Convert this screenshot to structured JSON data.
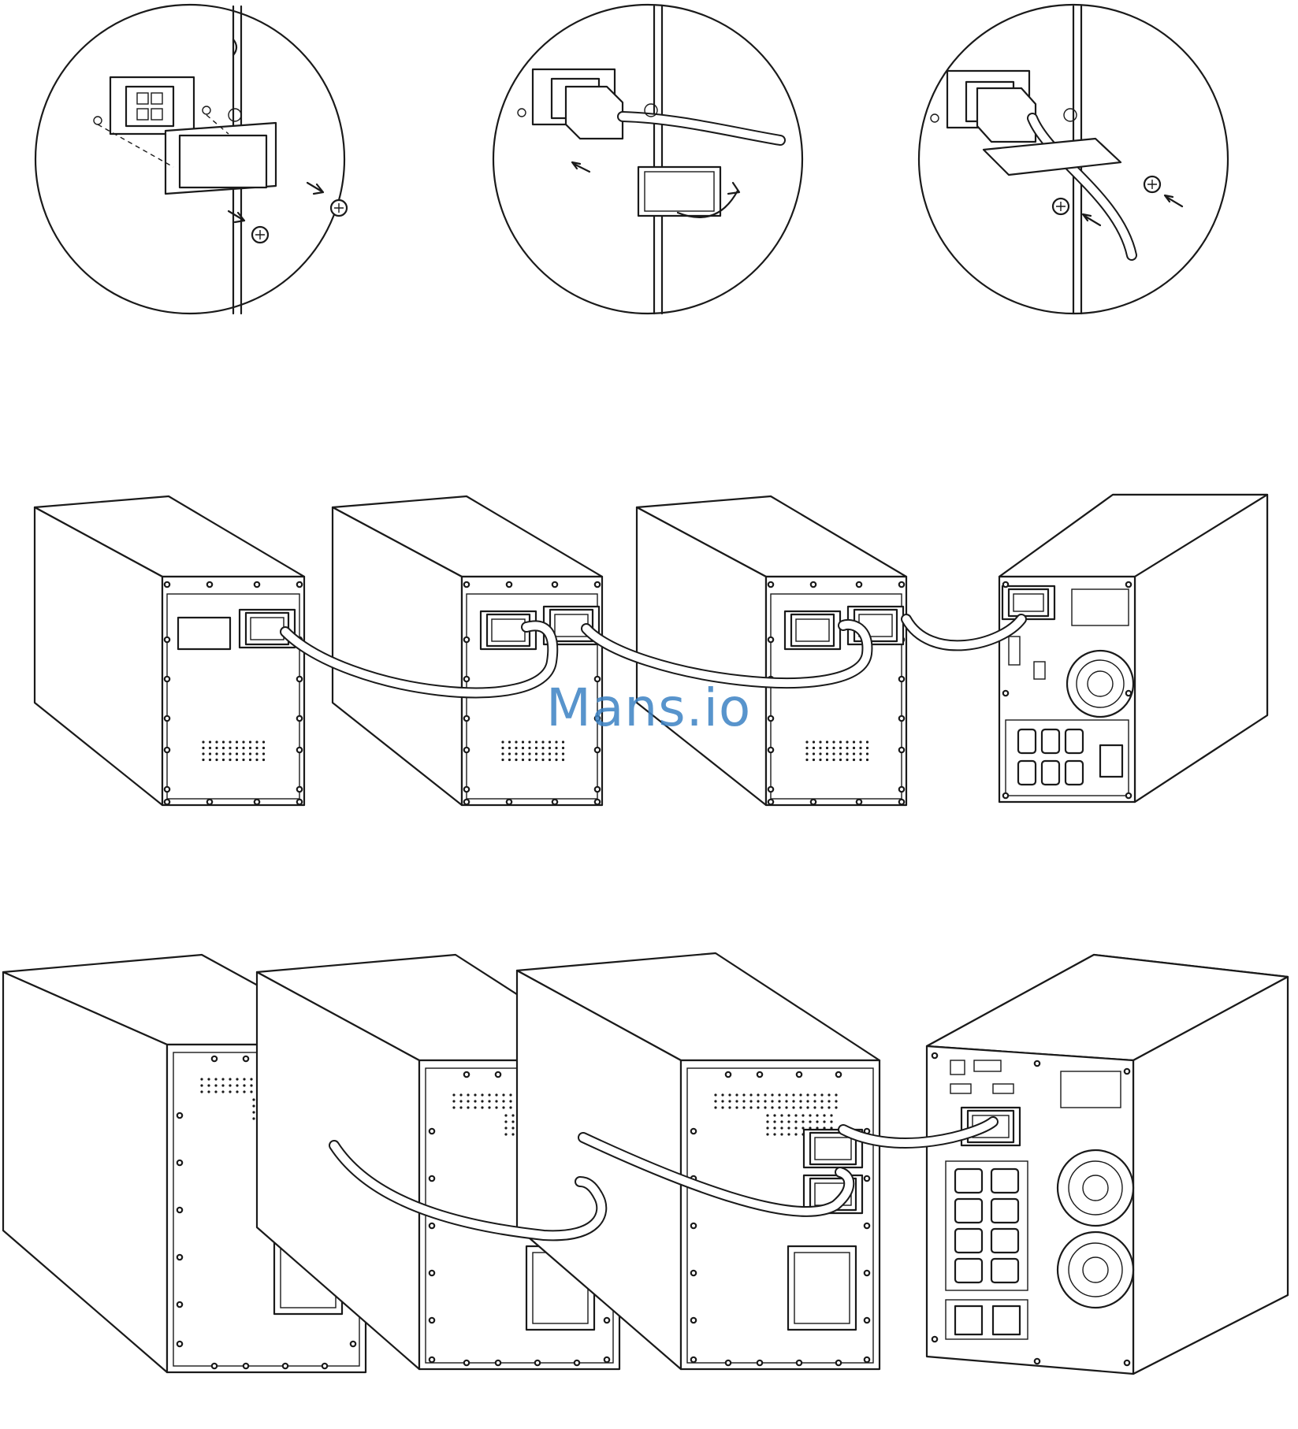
{
  "watermark": {
    "text": "Mans.io",
    "color": "#3b82c4"
  },
  "figure": {
    "rows": [
      {
        "name": "bracket-install-steps",
        "panels": [
          "step-remove-bracket",
          "step-connect-cable",
          "step-secure-cable"
        ]
      },
      {
        "name": "chain-small-cabinets",
        "units": [
          "ebm-1",
          "ebm-2",
          "ebm-3",
          "ups-main"
        ]
      },
      {
        "name": "chain-large-cabinets",
        "units": [
          "ebm-1",
          "ebm-2",
          "ebm-3",
          "ups-main"
        ]
      }
    ],
    "line_color": "#1a1a1a",
    "background": "#ffffff"
  }
}
